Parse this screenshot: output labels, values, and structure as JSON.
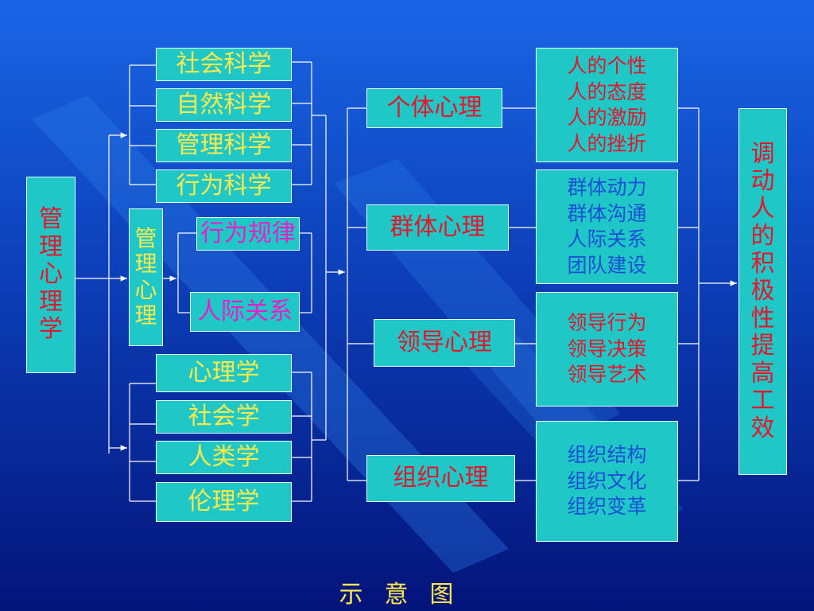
{
  "root": {
    "label": "管理心理学",
    "color": "#e8142a"
  },
  "disciplines_top": [
    "社会科学",
    "自然科学",
    "管理科学",
    "行为科学"
  ],
  "middle": {
    "label": "管理心理",
    "items": [
      "行为规律",
      "人际关系"
    ],
    "color_label": "#ffe84a",
    "color_items": "#e81fc8"
  },
  "disciplines_bottom": [
    "心理学",
    "社会学",
    "人类学",
    "伦理学"
  ],
  "levels": [
    {
      "label": "个体心理",
      "color": "#e8142a",
      "items": [
        "人的个性",
        "人的态度",
        "人的激励",
        "人的挫折"
      ],
      "items_color": "#e8142a"
    },
    {
      "label": "群体心理",
      "color": "#e8142a",
      "items": [
        "群体动力",
        "群体沟通",
        "人际关系",
        "团队建设"
      ],
      "items_color": "#1a4fd6"
    },
    {
      "label": "领导心理",
      "color": "#e8142a",
      "items": [
        "领导行为",
        "领导决策",
        "领导艺术"
      ],
      "items_color": "#e8142a"
    },
    {
      "label": "组织心理",
      "color": "#e8142a",
      "items": [
        "组织结构",
        "组织文化",
        "组织变革"
      ],
      "items_color": "#1a4fd6"
    }
  ],
  "outcome": {
    "label": "调动人的积极性提高工效",
    "color": "#e8142a"
  },
  "caption": "示意图",
  "colors": {
    "discipline_text": "#ffe84a",
    "box_fill": "#1fc7c7",
    "line": "#ffffff"
  }
}
